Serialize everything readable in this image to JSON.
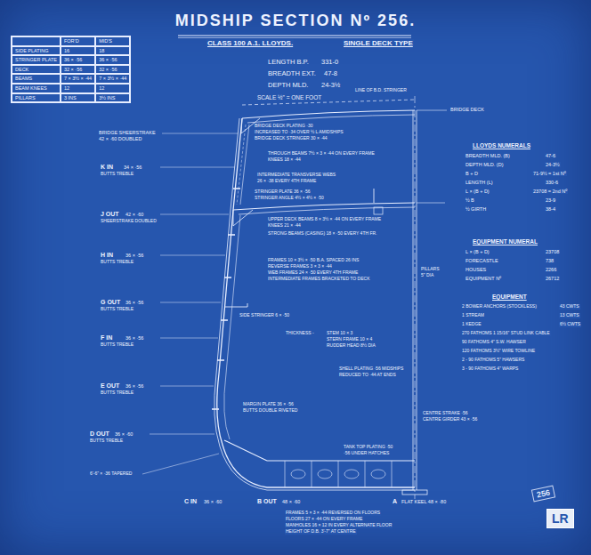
{
  "diagram": {
    "title": "MIDSHIP SECTION Nº 256.",
    "nodes": [
      {
        "text": [
          "FOR'D",
          "MID'S",
          "SIDE PLATING",
          "16",
          "18",
          "STRINGER PLATE",
          "36 × ·56",
          "36 × ·56",
          "DECK",
          "32 × ·56",
          "32 × ·56",
          "BEAMS",
          "7 × 3½ × ·44",
          "7 × 3½ × ·44",
          "BEAM KNEES",
          "12",
          "12",
          "PILLARS",
          "3 INS",
          "3½ INS"
        ]
      }
    ],
    "labels": [
      "CLASS 100 A.1. LLOYDS.",
      "SINGLE DECK TYPE",
      "LENGTH B.P.",
      "331-0",
      "BREADTH EXT.",
      "47-8",
      "DEPTH MLD.",
      "24-3½",
      "SCALE ½\" = ONE FOOT",
      "LINE OF B.D. STRINGER",
      "BRIDGE DECK",
      "BRIDGE DECK PLATING ·30",
      "INCREASED TO ·34 OVER ½ L AMIDSHIPS",
      "BRIDGE DECK STRINGER 30 × ·44",
      "THROUGH BEAMS 7½ × 3 × ·44 ON EVERY FRAME",
      "KNEES 18 × ·44",
      "INTERMEDIATE TRANSVERSE WEBS",
      "26 × ·38 EVERY 4TH FRAME",
      "STRINGER PLATE 36 × ·56",
      "STRINGER ANGLE 4½ × 4½ × ·50",
      "UPPER DECK BEAMS 8 × 3½ × ·44 ON EVERY FRAME",
      "KNEES 21 × ·44",
      "STRONG BEAMS (CASING) 18 × ·50 EVERY 4TH FR.",
      "FRAMES 10 × 3½ × ·50 B.A. SPACED 26 INS",
      "REVERSE FRAMES 3 × 3 × ·44",
      "WEB FRAMES 24 × ·50 EVERY 4TH FRAME",
      "INTERMEDIATE FRAMES BRACKETED TO DECK",
      "SIDE STRINGER 6 × ·50",
      "THICKNESS -",
      "STEM 10 × 3",
      "STERN FRAME 10 × 4",
      "RUDDER HEAD 8½ DIA",
      "SHELL PLATING ·56 MIDSHIPS",
      "REDUCED TO ·44 AT ENDS",
      "MARGIN PLATE 36 × ·56",
      "BUTTS DOUBLE RIVETED",
      "TANK TOP PLATING ·50",
      "·56 UNDER HATCHES",
      "CENTRE STRAKE ·56",
      "CENTRE GIRDER 43 × ·56",
      "PILLARS",
      "5\" DIA",
      "C IN",
      "36 × ·60",
      "B OUT",
      "48 × ·60",
      "A",
      "FLAT KEEL 48 × ·80",
      "FRAMES 5 × 3 × ·44 REVERSED ON FLOORS",
      "FLOORS 27 × ·44 ON EVERY FRAME",
      "MANHOLES 16 × 12 IN EVERY ALTERNATE FLOOR",
      "HEIGHT OF D.B. 3'-7\" AT CENTRE",
      "BRIDGE SHEERSTRAKE",
      "42 × ·60 DOUBLED",
      "K IN",
      "34 × ·56",
      "BUTTS TREBLE",
      "J OUT",
      "42 × ·60",
      "SHEERSTRAKE DOUBLED",
      "H IN",
      "36 × ·56",
      "BUTTS TREBLE",
      "G OUT",
      "36 × ·56",
      "BUTTS TREBLE",
      "F IN",
      "36 × ·56",
      "BUTTS TREBLE",
      "E OUT",
      "36 × ·56",
      "BUTTS TREBLE",
      "D OUT",
      "36 × ·60",
      "BUTTS TREBLE",
      "6'-6\" × ·36 TAPERED",
      "LLOYDS NUMERALS",
      "BREADTH MLD. (B)",
      "47-6",
      "DEPTH MLD. (D)",
      "24-3½",
      "B + D",
      "71-9½ = 1st Nº",
      "LENGTH (L)",
      "330-6",
      "L × (B + D)",
      "23708 = 2nd Nº",
      "½ B",
      "23-9",
      "½ GIRTH",
      "38-4",
      "EQUIPMENT NUMERAL",
      "L × (B + D)",
      "23708",
      "FORECASTLE",
      "738",
      "HOUSES",
      "2266",
      "EQUIPMENT Nº",
      "26712",
      "EQUIPMENT",
      "2 BOWER ANCHORS (STOCKLESS)",
      "43 CWTS",
      "1 STREAM",
      "13 CWTS",
      "1 KEDGE",
      "6½ CWTS",
      "270 FATHOMS 1 15/16\" STUD LINK CABLE",
      "90 FATHOMS 4\" S.W. HAWSER",
      "120 FATHOMS 3½\" WIRE TOWLINE",
      "2 - 90 FATHOMS 5\" HAWSERS",
      "3 - 90 FATHOMS 4\" WARPS",
      "256",
      "LR"
    ]
  }
}
